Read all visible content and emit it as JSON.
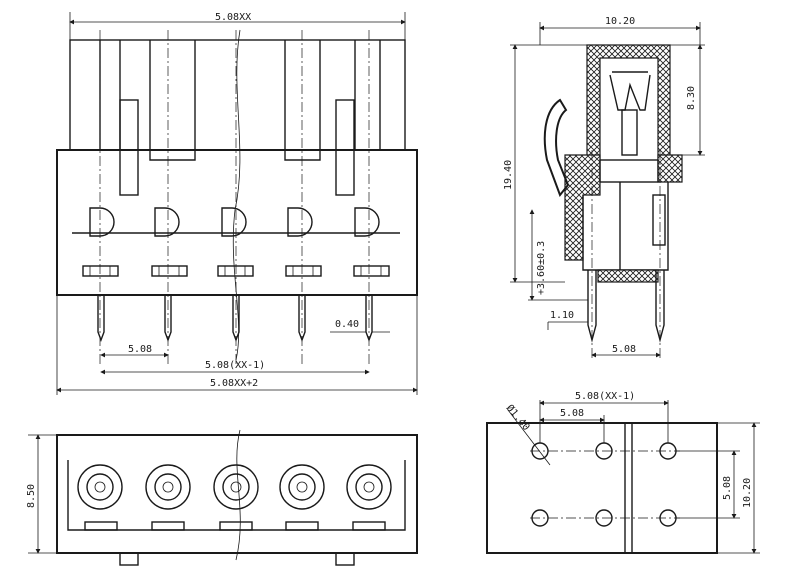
{
  "drawing": {
    "front_view": {
      "top_width": "5.08XX",
      "pitch": "5.08",
      "pitch_span": "5.08(XX-1)",
      "overall_width": "5.08XX+2",
      "pin_thickness": "0.40"
    },
    "side_view": {
      "depth": "10.20",
      "upper_height": "8.30",
      "total_height": "19.40",
      "pin_length": "+3.60±0.3",
      "pin_offset": "1.10",
      "pin_pitch": "5.08"
    },
    "bottom_view": {
      "height": "8.50"
    },
    "pcb_layout": {
      "hole_diameter": "Ø1.40",
      "pitch": "5.08",
      "pitch_span": "5.08(XX-1)",
      "row_pitch": "5.08",
      "depth": "10.20"
    }
  }
}
